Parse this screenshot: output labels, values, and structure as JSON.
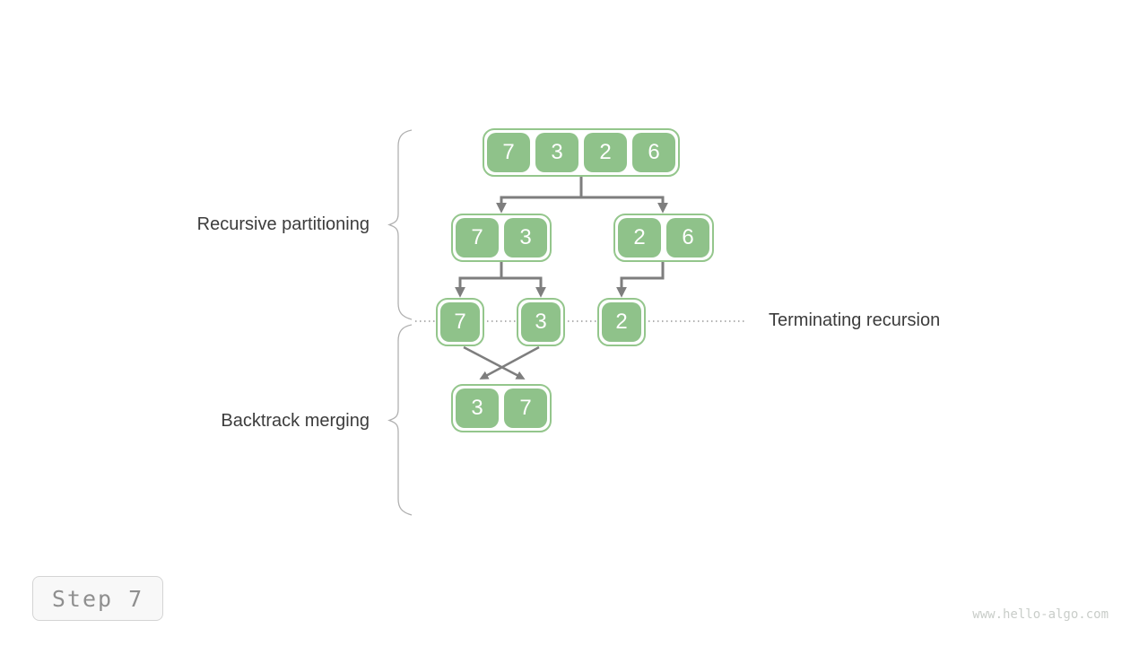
{
  "labels": {
    "recursive_partitioning": "Recursive partitioning",
    "backtrack_merging": "Backtrack merging",
    "terminating_recursion": "Terminating recursion"
  },
  "diagram": {
    "description": "Merge sort recursion tree",
    "rows": [
      {
        "groups": [
          {
            "cells": [
              "7",
              "3",
              "2",
              "6"
            ]
          }
        ]
      },
      {
        "groups": [
          {
            "cells": [
              "7",
              "3"
            ]
          },
          {
            "cells": [
              "2",
              "6"
            ]
          }
        ]
      },
      {
        "groups": [
          {
            "cells": [
              "7"
            ]
          },
          {
            "cells": [
              "3"
            ]
          },
          {
            "cells": [
              "2"
            ]
          }
        ]
      },
      {
        "groups": [
          {
            "cells": [
              "3",
              "7"
            ]
          }
        ]
      }
    ]
  },
  "step_badge": {
    "label": "Step 7"
  },
  "watermark": {
    "text": "www.hello-algo.com"
  },
  "colors": {
    "cell_green": "#8fc28a",
    "node_border_green": "#94c68c",
    "arrow_gray": "#7e7e7e",
    "dotted_line_gray": "#999999",
    "brace_gray": "#b0b0b0",
    "label_text": "#3c3c3c",
    "step_text": "#8f8f8f",
    "watermark_text": "#c9cdc9"
  }
}
